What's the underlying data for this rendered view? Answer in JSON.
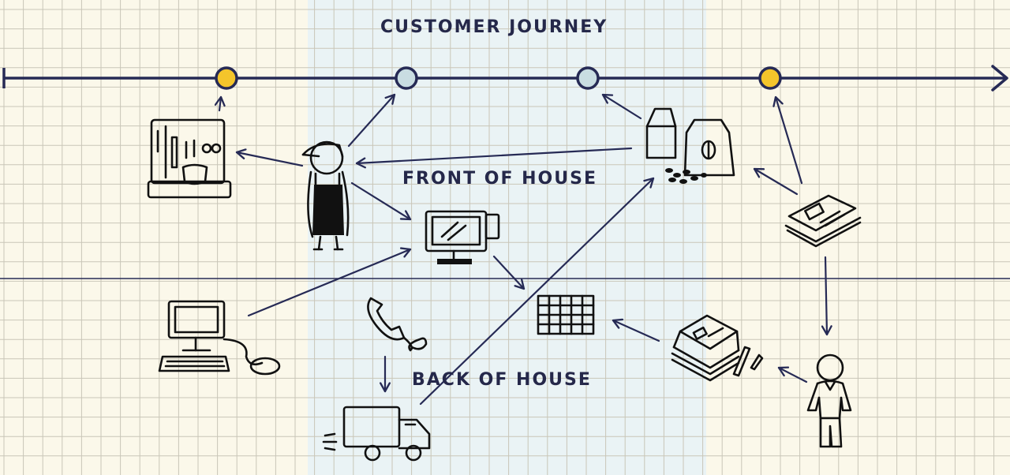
{
  "title": "CUSTOMER JOURNEY",
  "zones": {
    "front": "FRONT OF HOUSE",
    "back": "BACK OF HOUSE"
  },
  "timeline": {
    "touchpoints": [
      {
        "type": "key-moment",
        "color": "#f4c52b"
      },
      {
        "type": "touchpoint",
        "color": "#c9dde2"
      },
      {
        "type": "touchpoint",
        "color": "#c9dde2"
      },
      {
        "type": "key-moment",
        "color": "#f4c52b"
      }
    ]
  },
  "colors": {
    "background": "#fbf8ea",
    "highlight_band": "#eaf3f5",
    "grid": "#c9c6b8",
    "line": "#262a55",
    "text": "#25284a"
  },
  "icons": [
    "espresso-machine-icon",
    "barista-icon",
    "register-screen-icon",
    "coffee-bags-icon",
    "newspaper-icon",
    "desktop-computer-icon",
    "telephone-icon",
    "spreadsheet-icon",
    "paper-stack-icon",
    "delivery-truck-icon",
    "person-icon"
  ]
}
